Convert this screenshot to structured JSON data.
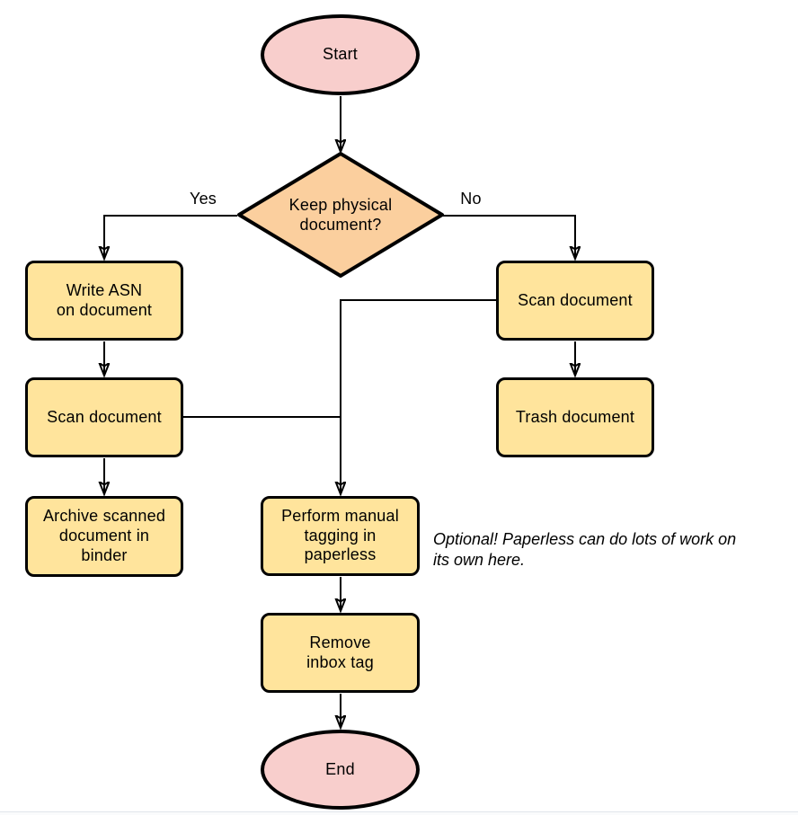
{
  "colors": {
    "terminator-fill": "#f8cecc",
    "decision-fill": "#fbcf9e",
    "process-fill": "#ffe49c",
    "stroke": "#000000",
    "note-text": "#000000",
    "bottom-divider": "#e1e6eb"
  },
  "flowchart": {
    "start": "Start",
    "decision": "Keep physical\ndocument?",
    "yes_label": "Yes",
    "no_label": "No",
    "write_asn": "Write ASN\non document",
    "scan_left": "Scan document",
    "archive": "Archive scanned\ndocument in\nbinder",
    "scan_right": "Scan document",
    "trash": "Trash document",
    "perform_tagging": "Perform manual\ntagging in\npaperless",
    "remove_inbox": "Remove\ninbox tag",
    "end": "End",
    "note": "Optional! Paperless can do lots of work on\nits own here."
  }
}
